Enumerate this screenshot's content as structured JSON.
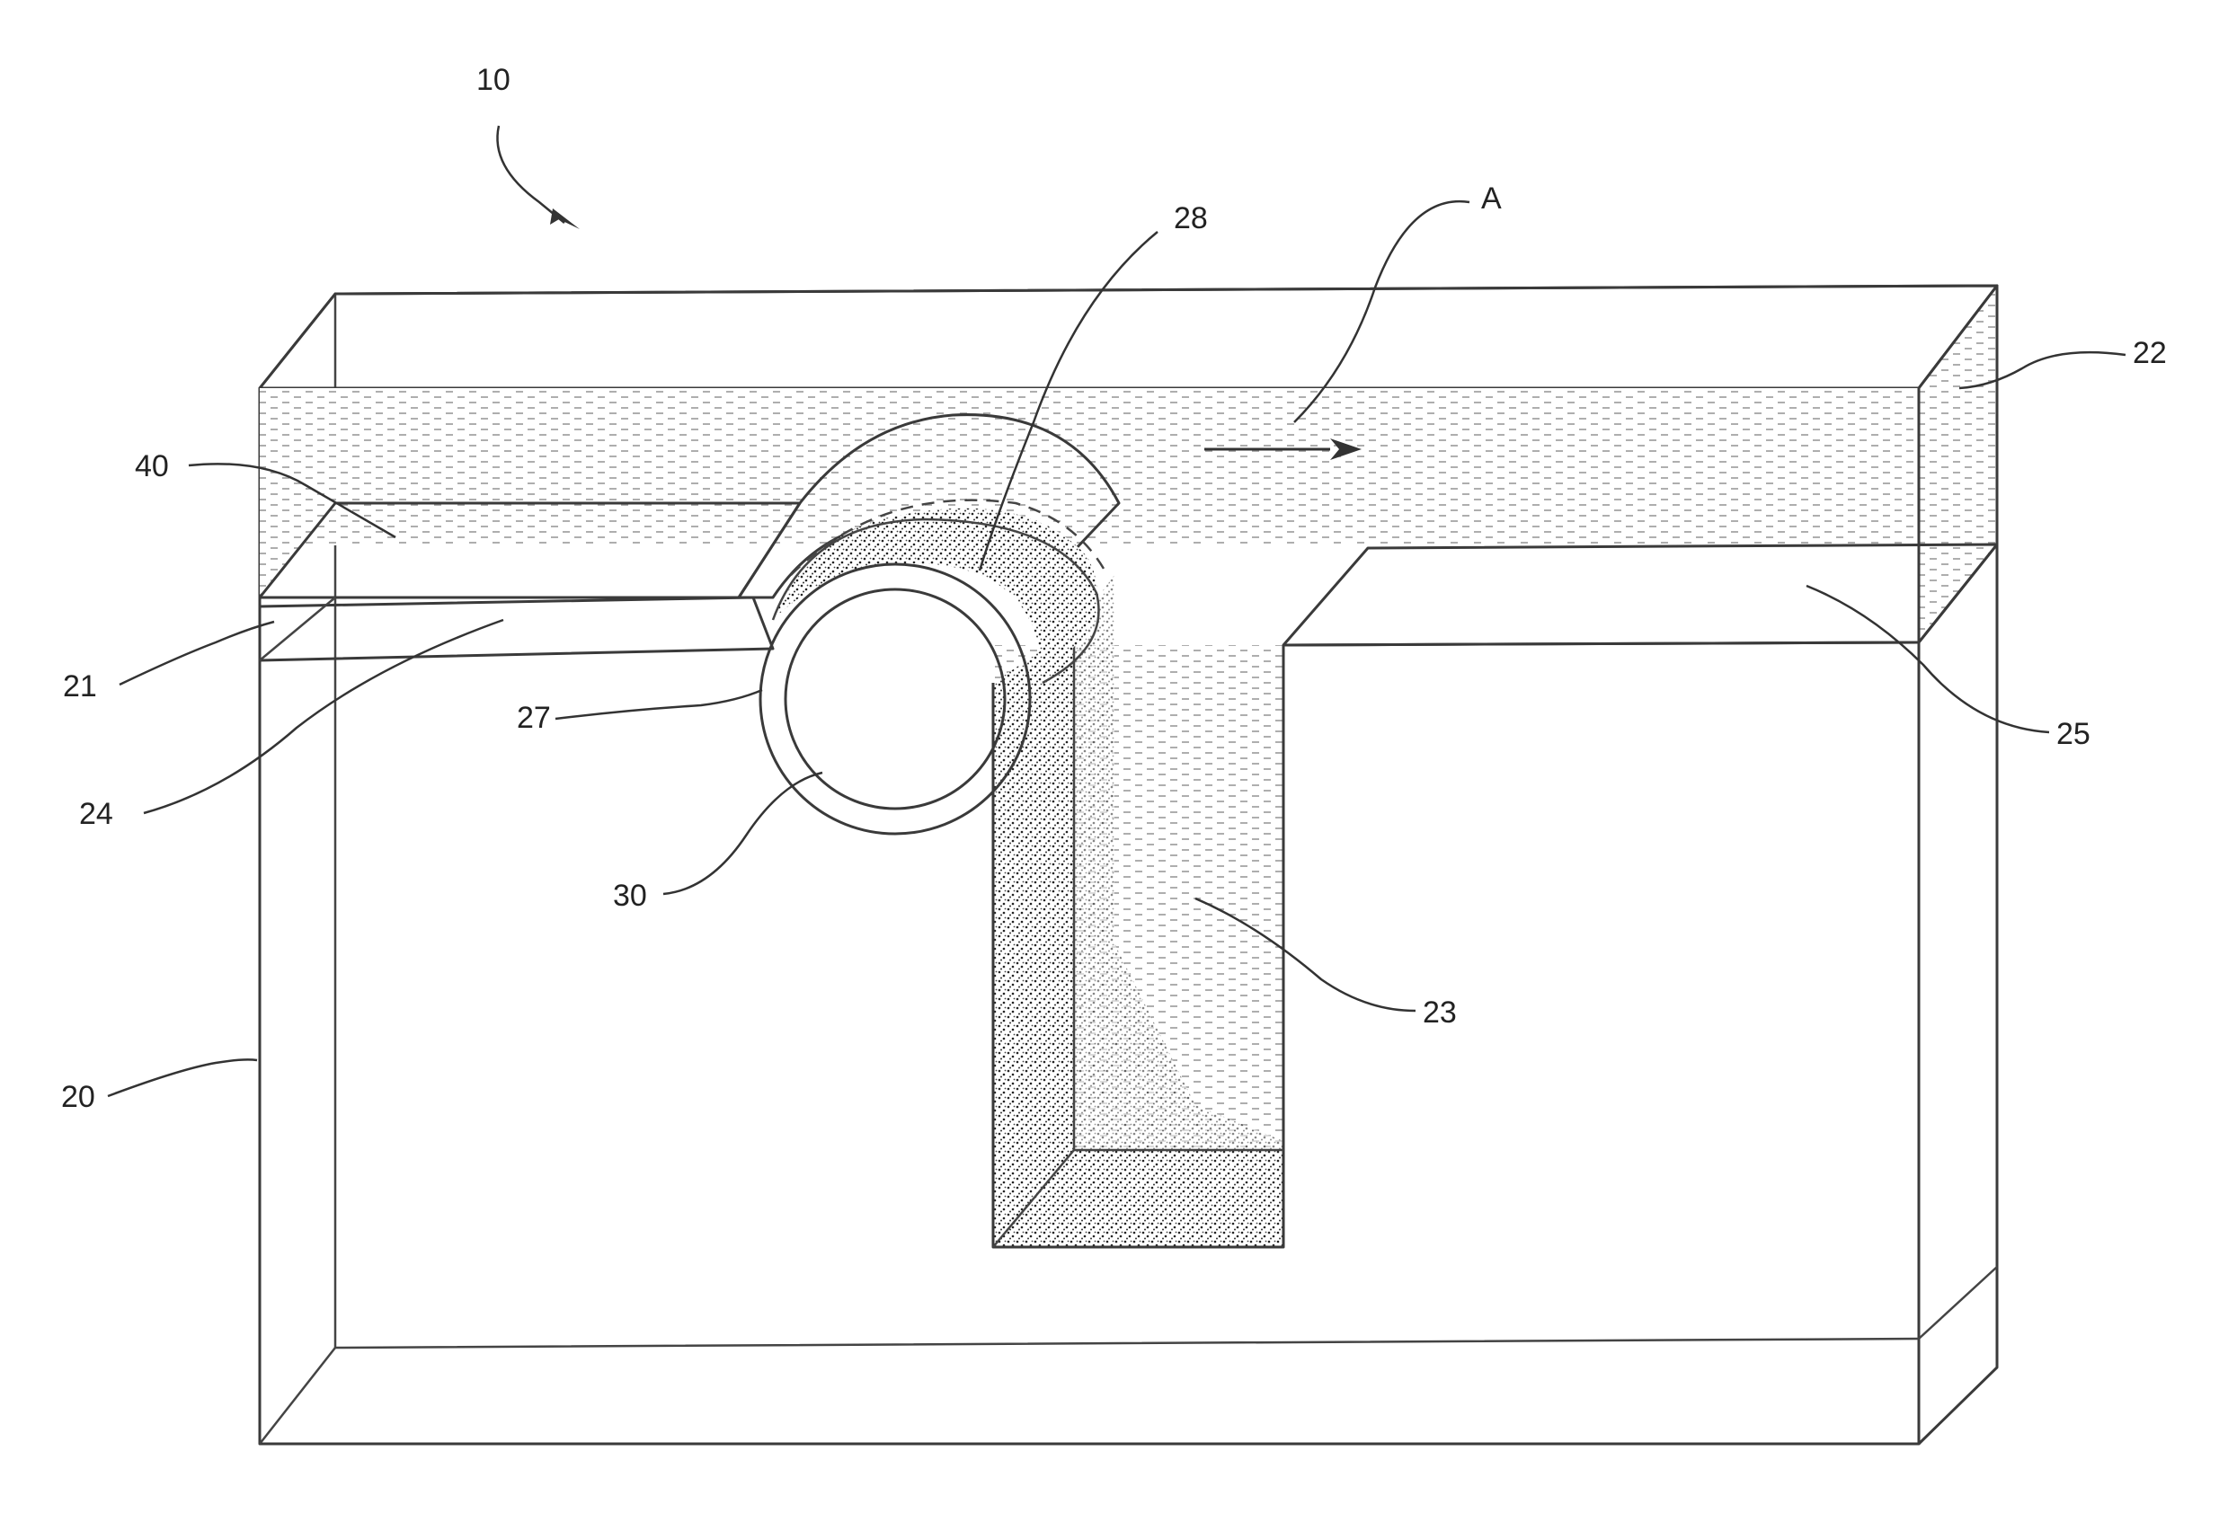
{
  "figure": {
    "labels": {
      "device": "10",
      "flow": "A",
      "region_28": "28",
      "layer_22": "22",
      "layer_40": "40",
      "layer_21": "21",
      "layer_24": "24",
      "layer_25": "25",
      "ring_27": "27",
      "core_30": "30",
      "channel_23": "23",
      "body_20": "20"
    }
  }
}
